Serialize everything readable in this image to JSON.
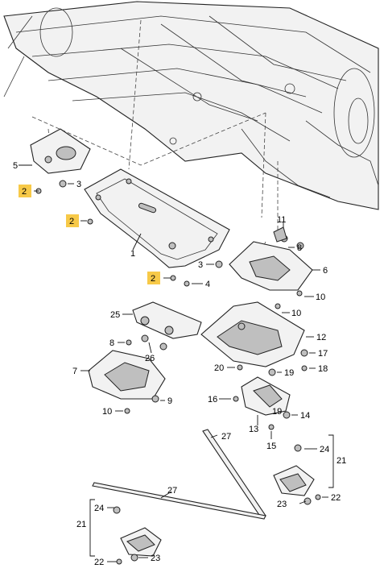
{
  "diagram": {
    "type": "exploded-parts-diagram",
    "highlight_color": "#f7c948",
    "callouts": {
      "c1": "1",
      "c2a": "2",
      "c2b": "2",
      "c2c": "2",
      "c3a": "3",
      "c3b": "3",
      "c4": "4",
      "c5": "5",
      "c6": "6",
      "c7": "7",
      "c8a": "8",
      "c8b": "8",
      "c9": "9",
      "c10a": "10",
      "c10b": "10",
      "c10c": "10",
      "c11": "11",
      "c12": "12",
      "c13": "13",
      "c14": "14",
      "c15": "15",
      "c16": "16",
      "c17": "17",
      "c18": "18",
      "c19a": "19",
      "c19b": "19",
      "c20": "20",
      "c21a": "21",
      "c21b": "21",
      "c22a": "22",
      "c22b": "22",
      "c23a": "23",
      "c23b": "23",
      "c24a": "24",
      "c24b": "24",
      "c25": "25",
      "c26": "26",
      "c27a": "27",
      "c27b": "27"
    }
  }
}
